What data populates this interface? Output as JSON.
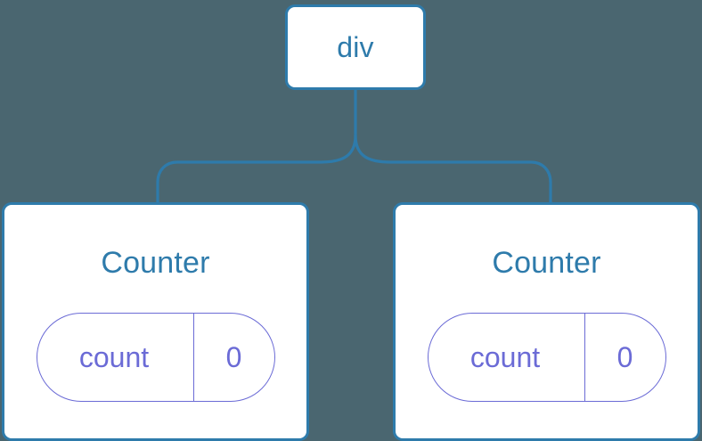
{
  "diagram": {
    "type": "component-tree",
    "background_color": "#4a6670",
    "node_border_color": "#2e7bab",
    "node_fill_color": "#ffffff",
    "node_text_color": "#2e7bab",
    "state_color": "#6b6bd6",
    "connector_color": "#2e7bab"
  },
  "root": {
    "label": "div"
  },
  "children": [
    {
      "label": "Counter",
      "state": {
        "key": "count",
        "value": "0"
      }
    },
    {
      "label": "Counter",
      "state": {
        "key": "count",
        "value": "0"
      }
    }
  ]
}
